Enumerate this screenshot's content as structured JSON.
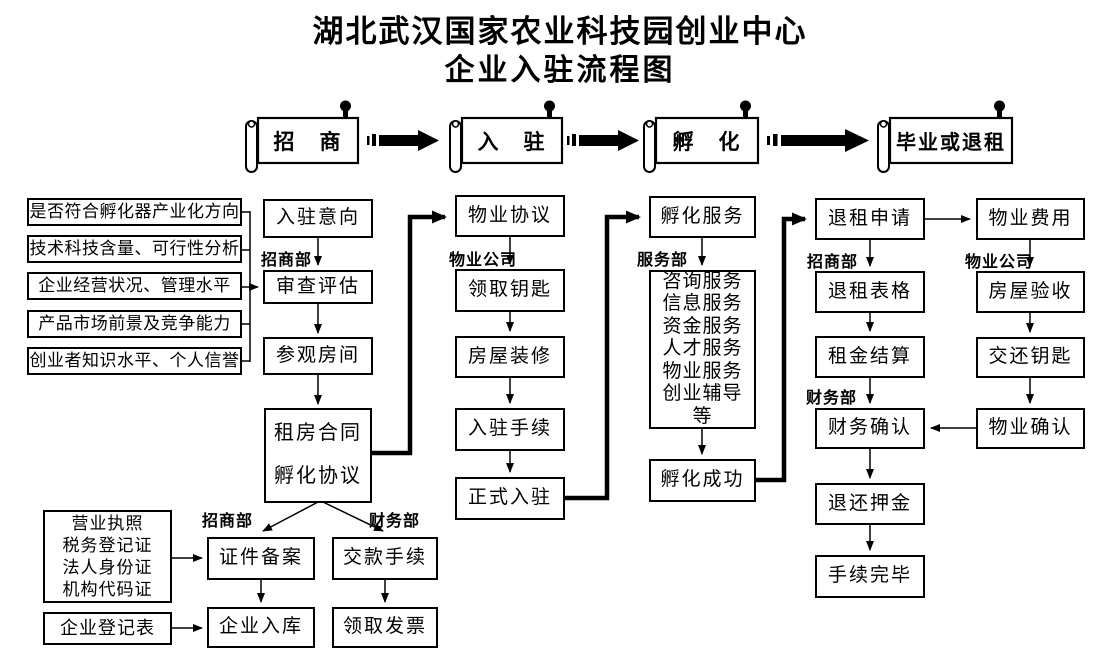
{
  "title": {
    "line1": "湖北武汉国家农业科技园创业中心",
    "line2": "企业入驻流程图"
  },
  "banners": {
    "zhaoshang": "招　商",
    "ruzhu": "入　驻",
    "fuhua": "孵　化",
    "biye": "毕业或退租"
  },
  "criteria": [
    "是否符合孵化器产业化方向",
    "技术科技含量、可行性分析",
    "企业经营状况、管理水平",
    "产品市场前景及竞争能力",
    "创业者知识水平、个人信誉"
  ],
  "labels": {
    "recruit_dept_top": "招商部",
    "property_company_mid": "物业公司",
    "service_dept": "服务部",
    "recruit_dept_split": "招商部",
    "finance_dept_split": "财务部",
    "recruit_dept_exit": "招商部",
    "finance_dept_exit": "财务部",
    "property_company_exit": "物业公司"
  },
  "recruit": {
    "intent": "入驻意向",
    "review": "审查评估",
    "visit": "参观房间",
    "contract_line1": "租房合同",
    "contract_line2": "孵化协议",
    "certificate_filing": "证件备案",
    "company_storage": "企业入库",
    "payment": "交款手续",
    "invoice": "领取发票",
    "docs": [
      "营业执照",
      "税务登记证",
      "法人身份证",
      "机构代码证"
    ],
    "registration_form": "企业登记表"
  },
  "checkin": {
    "agreement": "物业协议",
    "keys": "领取钥匙",
    "renovation": "房屋装修",
    "procedure": "入驻手续",
    "official": "正式入驻"
  },
  "incubation": {
    "service": "孵化服务",
    "services": [
      "咨询服务",
      "信息服务",
      "资金服务",
      "人才服务",
      "物业服务",
      "创业辅导",
      "等"
    ],
    "success": "孵化成功"
  },
  "refund": {
    "application": "退租申请",
    "form": "退租表格",
    "settlement": "租金结算",
    "finance_confirm": "财务确认",
    "deposit": "退还押金",
    "complete": "手续完毕"
  },
  "property": {
    "fee": "物业费用",
    "inspection": "房屋验收",
    "return_keys": "交还钥匙",
    "confirm": "物业确认"
  }
}
